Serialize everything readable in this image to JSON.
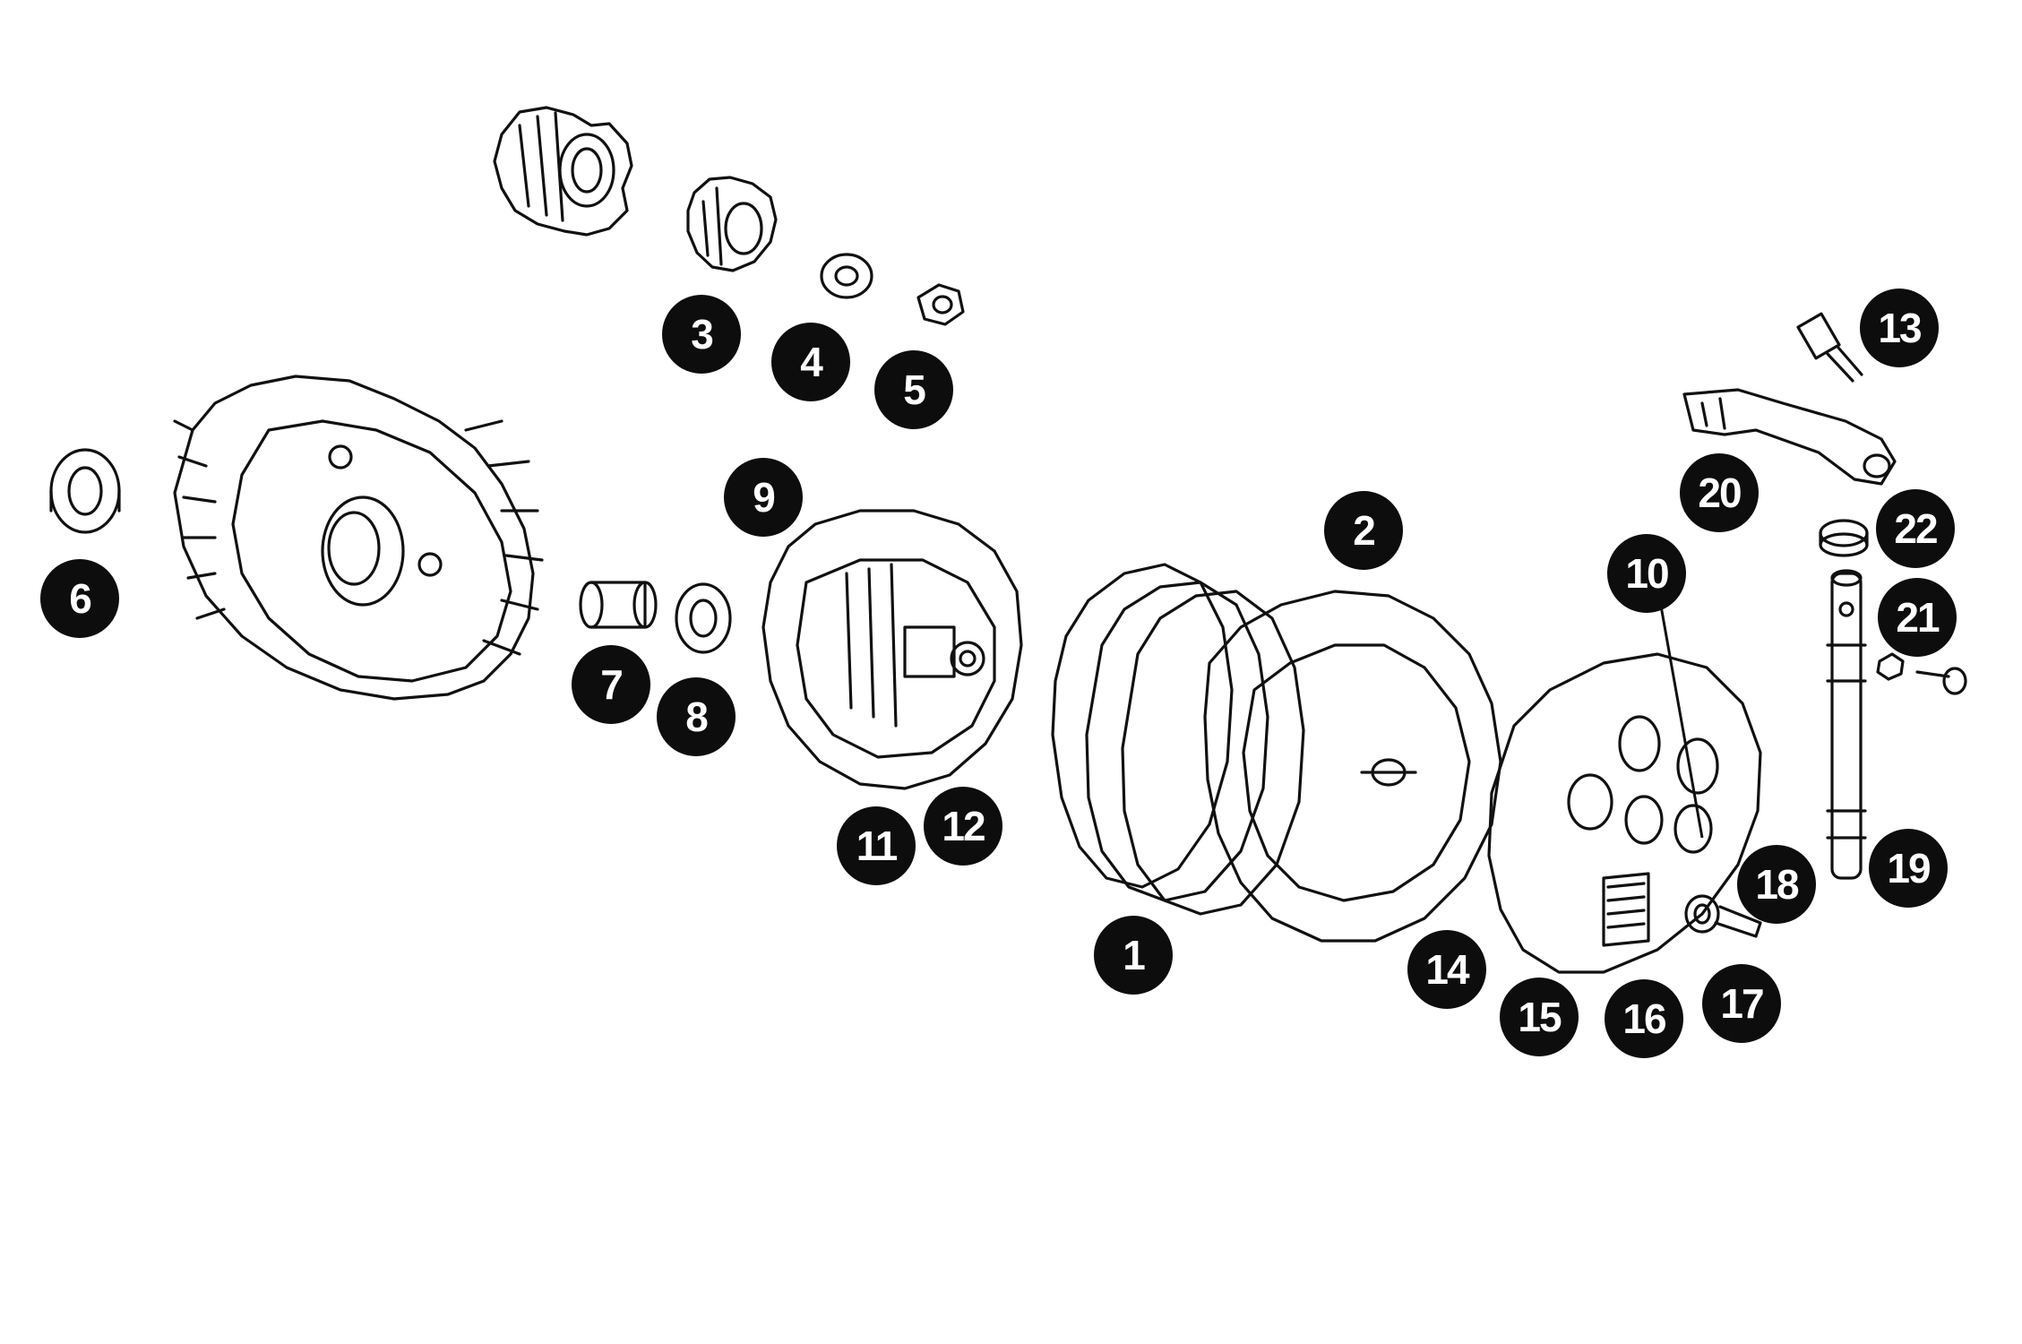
{
  "diagram": {
    "colors": {
      "ink": "#111111",
      "callout_fill": "#0d0d0d",
      "callout_text": "#ffffff",
      "background": "#ffffff"
    },
    "callouts": [
      {
        "id": "1",
        "label": "1"
      },
      {
        "id": "2",
        "label": "2"
      },
      {
        "id": "3",
        "label": "3"
      },
      {
        "id": "4",
        "label": "4"
      },
      {
        "id": "5",
        "label": "5"
      },
      {
        "id": "6",
        "label": "6"
      },
      {
        "id": "7",
        "label": "7"
      },
      {
        "id": "8",
        "label": "8"
      },
      {
        "id": "9",
        "label": "9"
      },
      {
        "id": "10",
        "label": "10"
      },
      {
        "id": "11",
        "label": "11"
      },
      {
        "id": "12",
        "label": "12"
      },
      {
        "id": "13",
        "label": "13"
      },
      {
        "id": "14",
        "label": "14"
      },
      {
        "id": "15",
        "label": "15"
      },
      {
        "id": "16",
        "label": "16"
      },
      {
        "id": "17",
        "label": "17"
      },
      {
        "id": "18",
        "label": "18"
      },
      {
        "id": "19",
        "label": "19"
      },
      {
        "id": "20",
        "label": "20"
      },
      {
        "id": "21",
        "label": "21"
      },
      {
        "id": "22",
        "label": "22"
      }
    ]
  }
}
